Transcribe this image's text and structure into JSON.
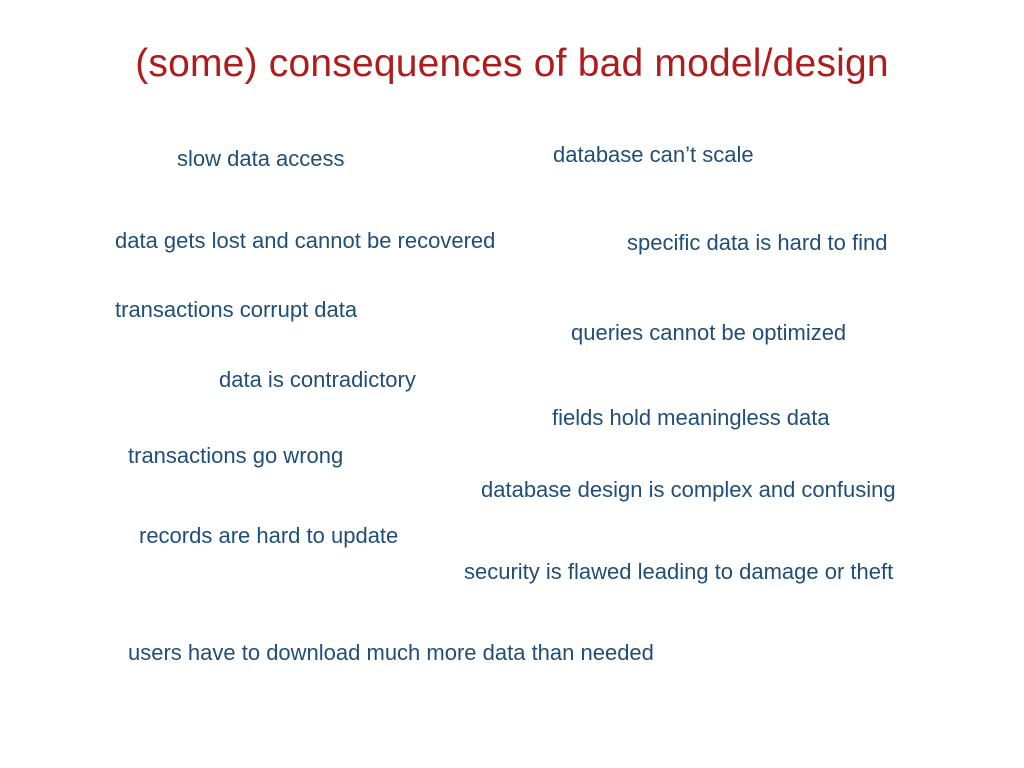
{
  "slide": {
    "title": "(some) consequences of bad model/design",
    "title_color": "#b01c1c",
    "item_color": "#1f4e79",
    "items": [
      "slow data access",
      "database can’t scale",
      "data gets lost and cannot be recovered",
      "specific data is hard to find",
      "transactions corrupt data",
      "queries cannot be optimized",
      "data is contradictory",
      "fields hold meaningless data",
      "transactions go wrong",
      "database design is complex and confusing",
      "records are hard to update",
      "security is flawed leading to damage or theft",
      "users have to download much more data than needed"
    ]
  }
}
